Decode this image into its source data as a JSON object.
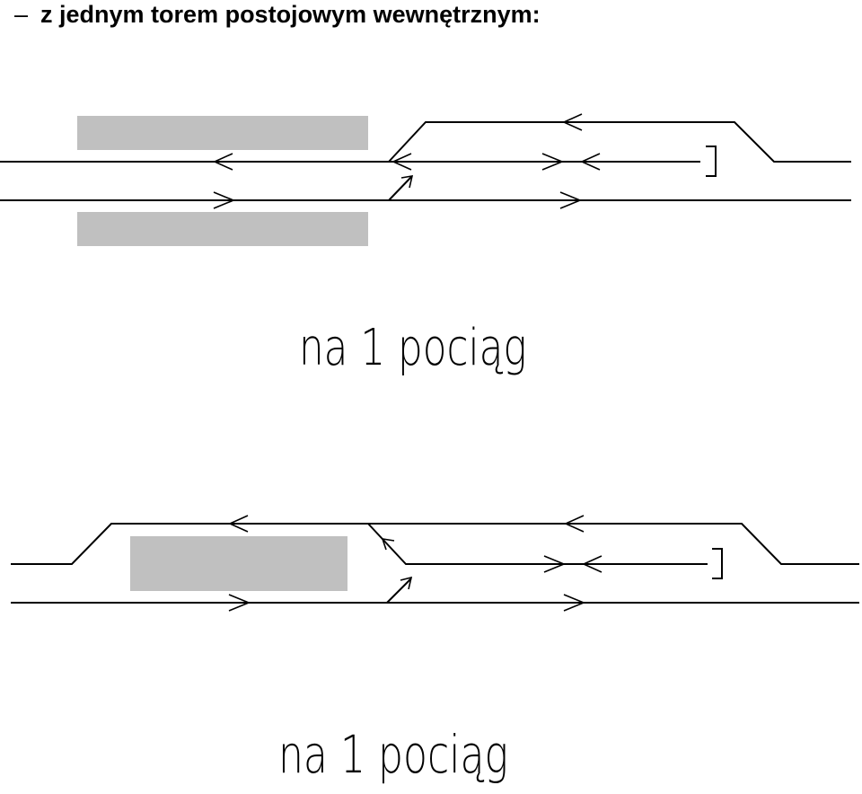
{
  "heading": {
    "dash": "–",
    "text": "z jednym torem postojowym wewnętrznym:"
  },
  "diagrams": [
    {
      "caption": "na 1 pociąg",
      "platform_color": "#c0c0c0"
    },
    {
      "caption": "na 1 pociąg",
      "platform_color": "#c0c0c0"
    }
  ]
}
